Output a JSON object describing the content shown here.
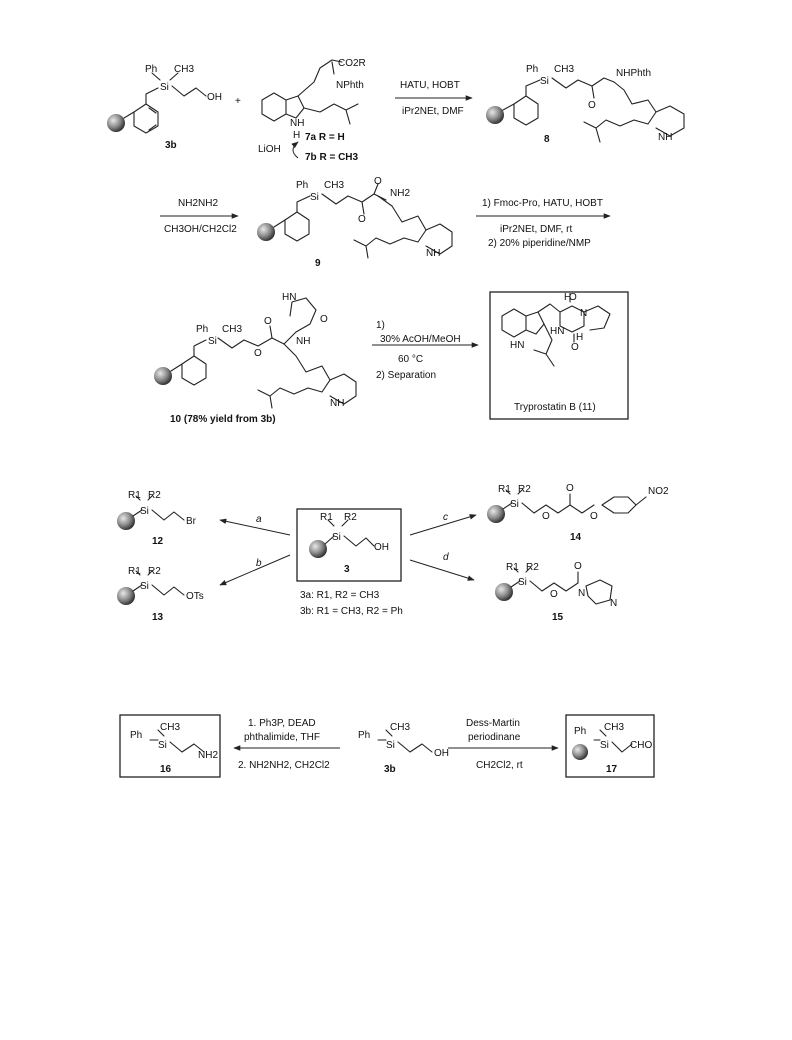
{
  "scheme1": {
    "c3b": "3b",
    "c7a": "7a R = H",
    "c7b": "7b R = CH3",
    "lioh": "LiOH",
    "r1_top": "HATU, HOBT",
    "r1_bottom": "iPr2NEt, DMF",
    "c8": "8",
    "r2_top": "NH2NH2",
    "r2_bottom": "CH3OH/CH2Cl2",
    "c9": "9",
    "r3_line1": "1) Fmoc-Pro, HATU, HOBT",
    "r3_line2": "iPr2NEt, DMF, rt",
    "r3_line3": "2) 20% piperidine/NMP",
    "c10": "10 (78% yield from 3b)",
    "r4_line1": "1)",
    "r4_line2": "30% AcOH/MeOH",
    "r4_line3": "60 °C",
    "r4_line4": "2) Separation",
    "c11": "Tryprostatin B (11)"
  },
  "atoms": {
    "ph": "Ph",
    "ch3": "CH3",
    "si": "Si",
    "oh": "OH",
    "o": "O",
    "co2r": "CO2R",
    "nphth": "NPhth",
    "nhphth": "NHPhth",
    "nh": "NH",
    "n": "N",
    "h": "H",
    "hn": "HN",
    "nh2": "NH2",
    "r1": "R1",
    "r2": "R2",
    "br": "Br",
    "ots": "OTs",
    "no2": "NO2",
    "cho": "CHO",
    "plus": "+"
  },
  "scheme2": {
    "c3": "3",
    "c3a": "3a: R1, R2 = CH3",
    "c3b": "3b: R1 = CH3, R2 = Ph",
    "a": "a",
    "b": "b",
    "c": "c",
    "d": "d",
    "c12": "12",
    "c13": "13",
    "c14": "14",
    "c15": "15"
  },
  "scheme3": {
    "left_line1": "1. Ph3P, DEAD",
    "left_line2": "phthalimide, THF",
    "left_line3": "2. NH2NH2, CH2Cl2",
    "right_line1": "Dess-Martin",
    "right_line2": "periodinane",
    "right_line3": "CH2Cl2, rt",
    "c16": "16",
    "c3b": "3b",
    "c17": "17"
  }
}
